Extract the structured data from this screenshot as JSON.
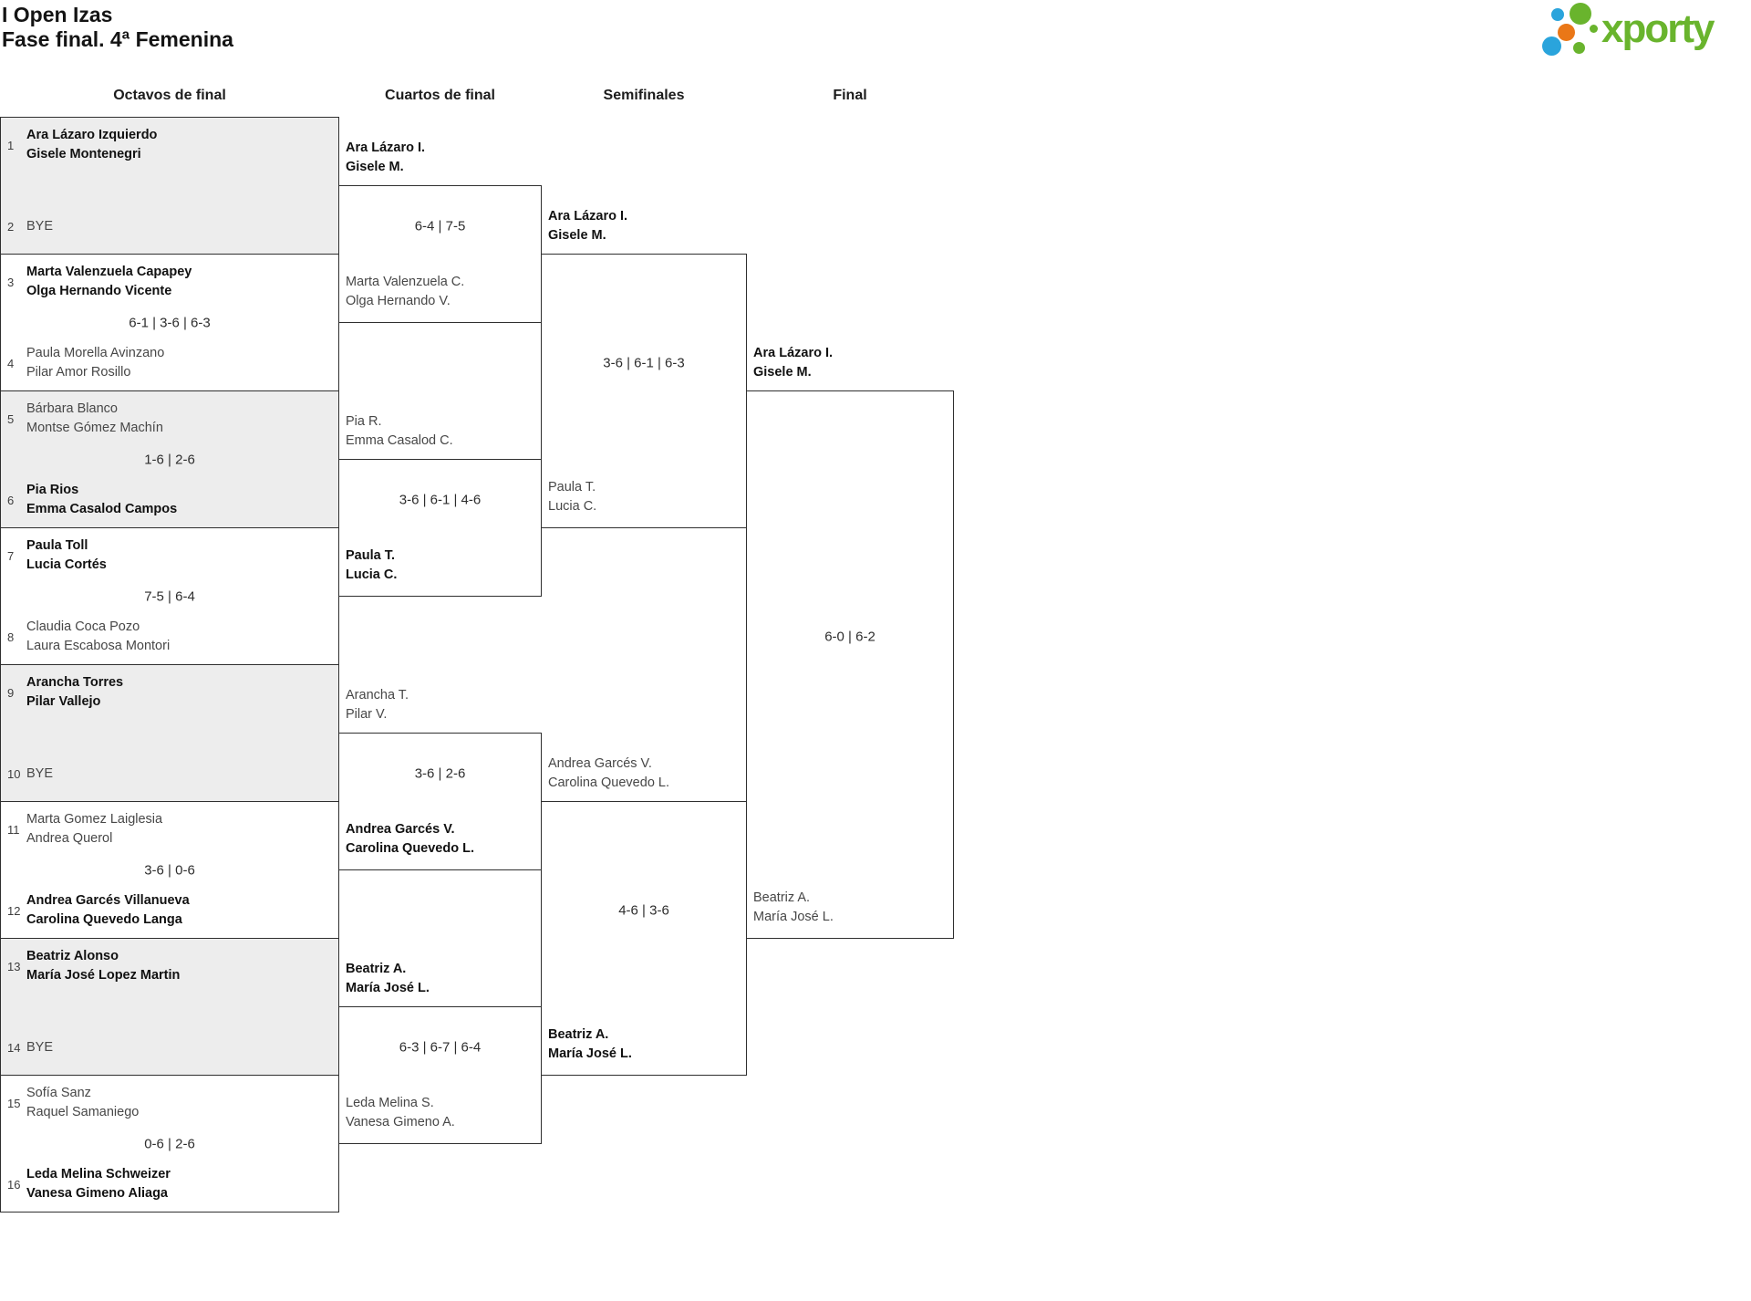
{
  "header": {
    "title_line1": "I Open Izas",
    "title_line2": "Fase final. 4ª Femenina",
    "logo_text": "xporty",
    "logo_colors": {
      "green": "#69b42d",
      "blue": "#2aa4dc",
      "orange": "#ea7717"
    }
  },
  "columns": {
    "c0": "Octavos de final",
    "c1": "Cuartos de final",
    "c2": "Semifinales",
    "c3": "Final"
  },
  "rounds": {
    "r16": [
      {
        "seed1": "1",
        "team1": [
          "Ara Lázaro Izquierdo",
          "Gisele Montenegri"
        ],
        "score": "",
        "seed2": "2",
        "team2": [
          "BYE"
        ]
      },
      {
        "seed1": "3",
        "team1": [
          "Marta Valenzuela Capapey",
          "Olga Hernando Vicente"
        ],
        "score": "6-1 | 3-6 | 6-3",
        "seed2": "4",
        "team2": [
          "Paula Morella Avinzano",
          "Pilar Amor Rosillo"
        ]
      },
      {
        "seed1": "5",
        "team1": [
          "Bárbara Blanco",
          "Montse Gómez Machín"
        ],
        "score": "1-6 | 2-6",
        "seed2": "6",
        "team2": [
          "Pia Rios",
          "Emma Casalod Campos"
        ]
      },
      {
        "seed1": "7",
        "team1": [
          "Paula Toll",
          "Lucia Cortés"
        ],
        "score": "7-5 | 6-4",
        "seed2": "8",
        "team2": [
          "Claudia Coca Pozo",
          "Laura Escabosa Montori"
        ]
      },
      {
        "seed1": "9",
        "team1": [
          "Arancha Torres",
          "Pilar Vallejo"
        ],
        "score": "",
        "seed2": "10",
        "team2": [
          "BYE"
        ]
      },
      {
        "seed1": "11",
        "team1": [
          "Marta Gomez Laiglesia",
          "Andrea Querol"
        ],
        "score": "3-6 | 0-6",
        "seed2": "12",
        "team2": [
          "Andrea Garcés Villanueva",
          "Carolina Quevedo Langa"
        ]
      },
      {
        "seed1": "13",
        "team1": [
          "Beatriz Alonso",
          "María José Lopez Martin"
        ],
        "score": "",
        "seed2": "14",
        "team2": [
          "BYE"
        ]
      },
      {
        "seed1": "15",
        "team1": [
          "Sofía Sanz",
          "Raquel Samaniego"
        ],
        "score": "0-6 | 2-6",
        "seed2": "16",
        "team2": [
          "Leda Melina Schweizer",
          "Vanesa Gimeno Aliaga"
        ]
      }
    ],
    "quarterfinals": [
      {
        "team1": [
          "Ara Lázaro I.",
          "Gisele M."
        ],
        "score": "6-4 | 7-5",
        "team2": [
          "Marta Valenzuela C.",
          "Olga Hernando V."
        ]
      },
      {
        "team1": [
          "Pia R.",
          "Emma Casalod C."
        ],
        "score": "3-6 | 6-1 | 4-6",
        "team2": [
          "Paula T.",
          "Lucia C."
        ]
      },
      {
        "team1": [
          "Arancha T.",
          "Pilar V."
        ],
        "score": "3-6 | 2-6",
        "team2": [
          "Andrea Garcés V.",
          "Carolina Quevedo L."
        ]
      },
      {
        "team1": [
          "Beatriz A.",
          "María José L."
        ],
        "score": "6-3 | 6-7 | 6-4",
        "team2": [
          "Leda Melina S.",
          "Vanesa Gimeno A."
        ]
      }
    ],
    "semifinals": [
      {
        "team1": [
          "Ara Lázaro I.",
          "Gisele M."
        ],
        "score": "3-6 | 6-1 | 6-3",
        "team2": [
          "Paula T.",
          "Lucia C."
        ]
      },
      {
        "team1": [
          "Andrea Garcés V.",
          "Carolina Quevedo L."
        ],
        "score": "4-6 | 3-6",
        "team2": [
          "Beatriz A.",
          "María José L."
        ]
      }
    ],
    "final": [
      {
        "team1": [
          "Ara Lázaro I.",
          "Gisele M."
        ],
        "score": "6-0 | 6-2",
        "team2": [
          "Beatriz A.",
          "María José L."
        ]
      }
    ]
  }
}
